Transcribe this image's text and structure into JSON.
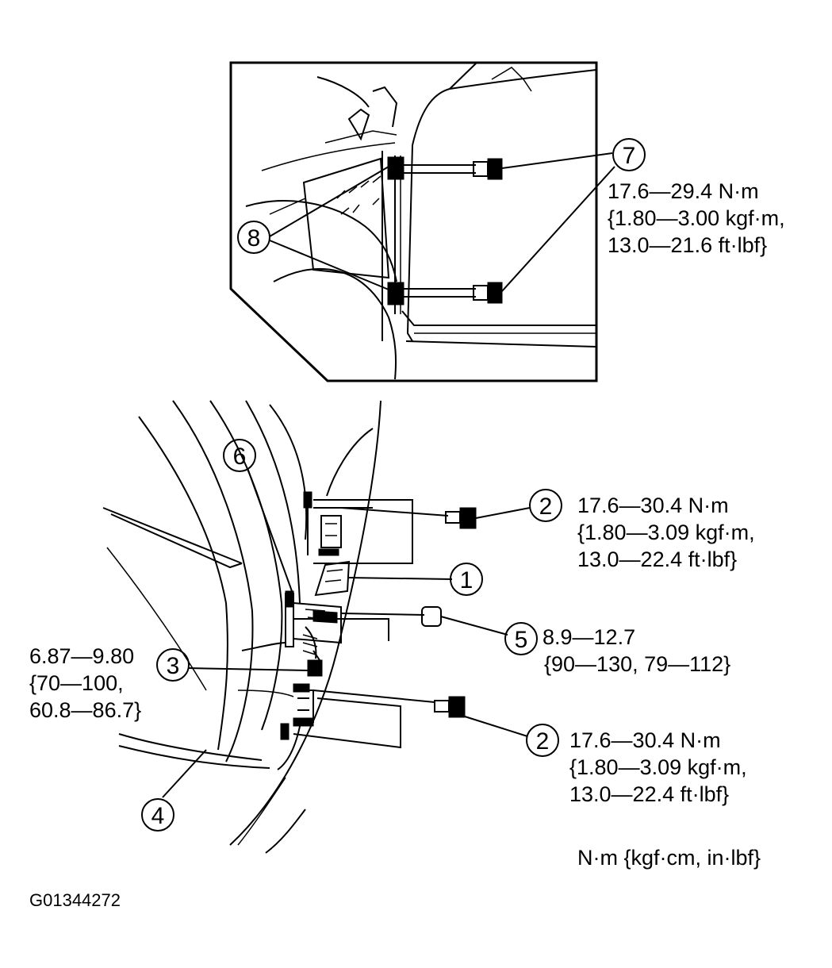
{
  "callouts": {
    "c1": "1",
    "c2a": "2",
    "c2b": "2",
    "c3": "3",
    "c4": "4",
    "c5": "5",
    "c6": "6",
    "c7": "7",
    "c8": "8"
  },
  "specs": {
    "bolt7": [
      "17.6—29.4 N·m",
      "{1.80—3.00 kgf·m,",
      "13.0—21.6 ft·lbf}"
    ],
    "bolt2_upper": [
      "17.6—30.4 N·m",
      "{1.80—3.09 kgf·m,",
      "13.0—22.4 ft·lbf}"
    ],
    "bolt5": [
      "8.9—12.7",
      "{90—130, 79—112}"
    ],
    "bolt3": [
      "6.87—9.80",
      "{70—100,",
      "60.8—86.7}"
    ],
    "bolt2_lower": [
      "17.6—30.4 N·m",
      "{1.80—3.09 kgf·m,",
      "13.0—22.4 ft·lbf}"
    ]
  },
  "units_note": "N·m {kgf·cm, in·lbf}",
  "figure_id": "G01344272"
}
